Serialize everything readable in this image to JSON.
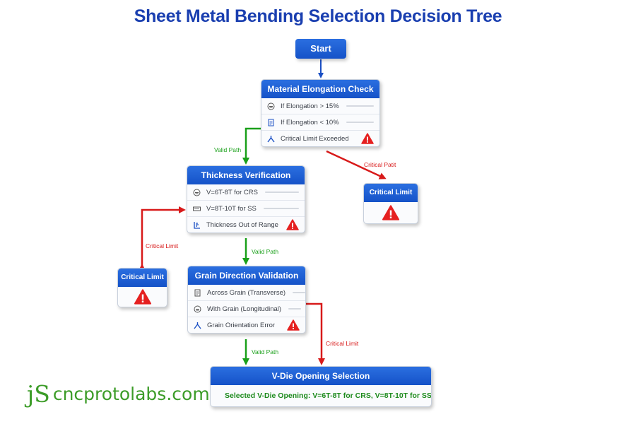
{
  "title": "Sheet Metal Bending Selection Decision Tree",
  "start_label": "Start",
  "nodes": {
    "material": {
      "header": "Material Elongation Check",
      "rows": [
        {
          "icon": "gauge-icon",
          "label": "If Elongation > 15%"
        },
        {
          "icon": "document-icon",
          "label": "If Elongation < 10%"
        },
        {
          "icon": "bend-icon",
          "label": "Critical Limit Exceeded"
        }
      ]
    },
    "thickness": {
      "header": "Thickness Verification",
      "rows": [
        {
          "icon": "gauge-icon",
          "label": "V=6T-8T for CRS"
        },
        {
          "icon": "sheet-icon",
          "label": "V=8T-10T for SS"
        },
        {
          "icon": "ruler-icon",
          "label": "Thickness Out of Range"
        }
      ]
    },
    "grain": {
      "header": "Grain Direction Validation",
      "rows": [
        {
          "icon": "document-icon",
          "label": "Across Grain (Transverse)"
        },
        {
          "icon": "gauge-icon",
          "label": "With Grain (Longitudinal)"
        },
        {
          "icon": "bend-icon",
          "label": "Grain Orientation Error"
        }
      ]
    },
    "critical_right": {
      "header": "Critical Limit"
    },
    "critical_left": {
      "header": "Critical Limit"
    },
    "vdie": {
      "header": "V-Die Opening Selection",
      "result": "Selected V-Die Opening: V=6T-8T for CRS, V=8T-10T for SS"
    }
  },
  "edge_labels": {
    "valid_1": "Valid Path",
    "valid_2": "Valid Path",
    "valid_3": "Valid Path",
    "critical_1": "Critical Patit",
    "critical_2": "Critical Limit",
    "critical_3": "Critical Limit"
  },
  "colors": {
    "header_blue": "#1552c8",
    "title_blue": "#1a3fb0",
    "valid_green": "#1aa01a",
    "critical_red": "#d81a1a",
    "logo_green": "#3c9c28"
  },
  "logo": {
    "mark": "jS",
    "text": "cncprotolabs.com"
  }
}
